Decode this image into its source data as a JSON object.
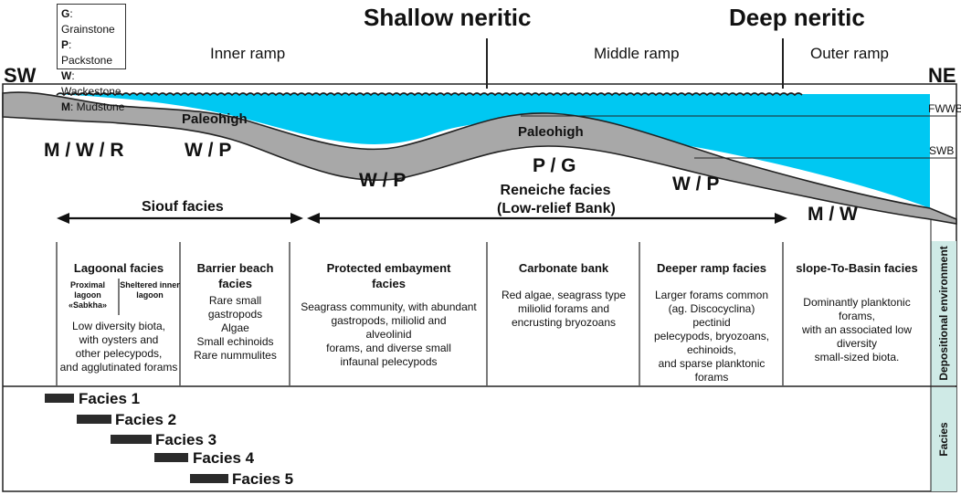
{
  "legend": [
    {
      "code": "G",
      "name": "Grainstone"
    },
    {
      "code": "P",
      "name": "Packstone"
    },
    {
      "code": "W",
      "name": "Wackestone"
    },
    {
      "code": "M",
      "name": "Mudstone"
    }
  ],
  "headers": {
    "shallow": "Shallow neritic",
    "deep": "Deep neritic",
    "inner_ramp": "Inner ramp",
    "middle_ramp": "Middle ramp",
    "outer_ramp": "Outer ramp",
    "sw": "SW",
    "ne": "NE"
  },
  "profile": {
    "paleohigh_left": "Paleohigh",
    "paleohigh_right": "Paleohigh",
    "fwwb": "FWWB",
    "swb": "SWB",
    "lith_mwr": "M / W / R",
    "lith_wp1": "W / P",
    "lith_wp2": "W / P",
    "lith_pg": "P / G",
    "lith_wp3": "W / P",
    "lith_mw": "M / W",
    "water_color": "#00c8f2",
    "sediment_color": "#a8a8a8"
  },
  "groups": {
    "siouf": "Siouf facies",
    "reneiche_1": "Reneiche facies",
    "reneiche_2": "(Low-relief Bank)"
  },
  "columns": {
    "lagoonal": {
      "title": "Lagoonal facies",
      "sub_left_1": "Proximal lagoon",
      "sub_left_2": "«Sabkha»",
      "sub_right_1": "Sheltered inner",
      "sub_right_2": "lagoon",
      "desc": [
        "Low diversity biota,",
        "with oysters and",
        "other pelecypods,",
        "and agglutinated forams"
      ]
    },
    "barrier": {
      "title": [
        "Barrier beach",
        "facies"
      ],
      "desc": [
        "Rare small gastropods",
        "Algae",
        "Small echinoids",
        "Rare nummulites"
      ]
    },
    "embayment": {
      "title": [
        "Protected embayment",
        "facies"
      ],
      "desc": [
        "Seagrass community, with abundant",
        "gastropods, miliolid and",
        "alveolinid",
        "forams, and diverse small",
        "infaunal pelecypods"
      ]
    },
    "carbonate": {
      "title": "Carbonate bank",
      "desc": [
        "Red algae, seagrass type",
        "miliolid forams and",
        "encrusting bryozoans"
      ]
    },
    "deeper": {
      "title": "Deeper ramp facies",
      "desc": [
        "Larger forams common",
        "(ag. Discocyclina)",
        "pectinid",
        "pelecypods, bryozoans,",
        "echinoids,",
        "and sparse planktonic forams"
      ]
    },
    "slope": {
      "title": "slope-To-Basin facies",
      "desc": [
        "Dominantly planktonic forams,",
        "with an associated low diversity",
        "small-sized biota."
      ]
    }
  },
  "side_labels": {
    "depositional": "Depositional environment",
    "facies": "Facies"
  },
  "facies_bars": [
    "Facies 1",
    "Facies 2",
    "Facies 3",
    "Facies 4",
    "Facies 5"
  ]
}
